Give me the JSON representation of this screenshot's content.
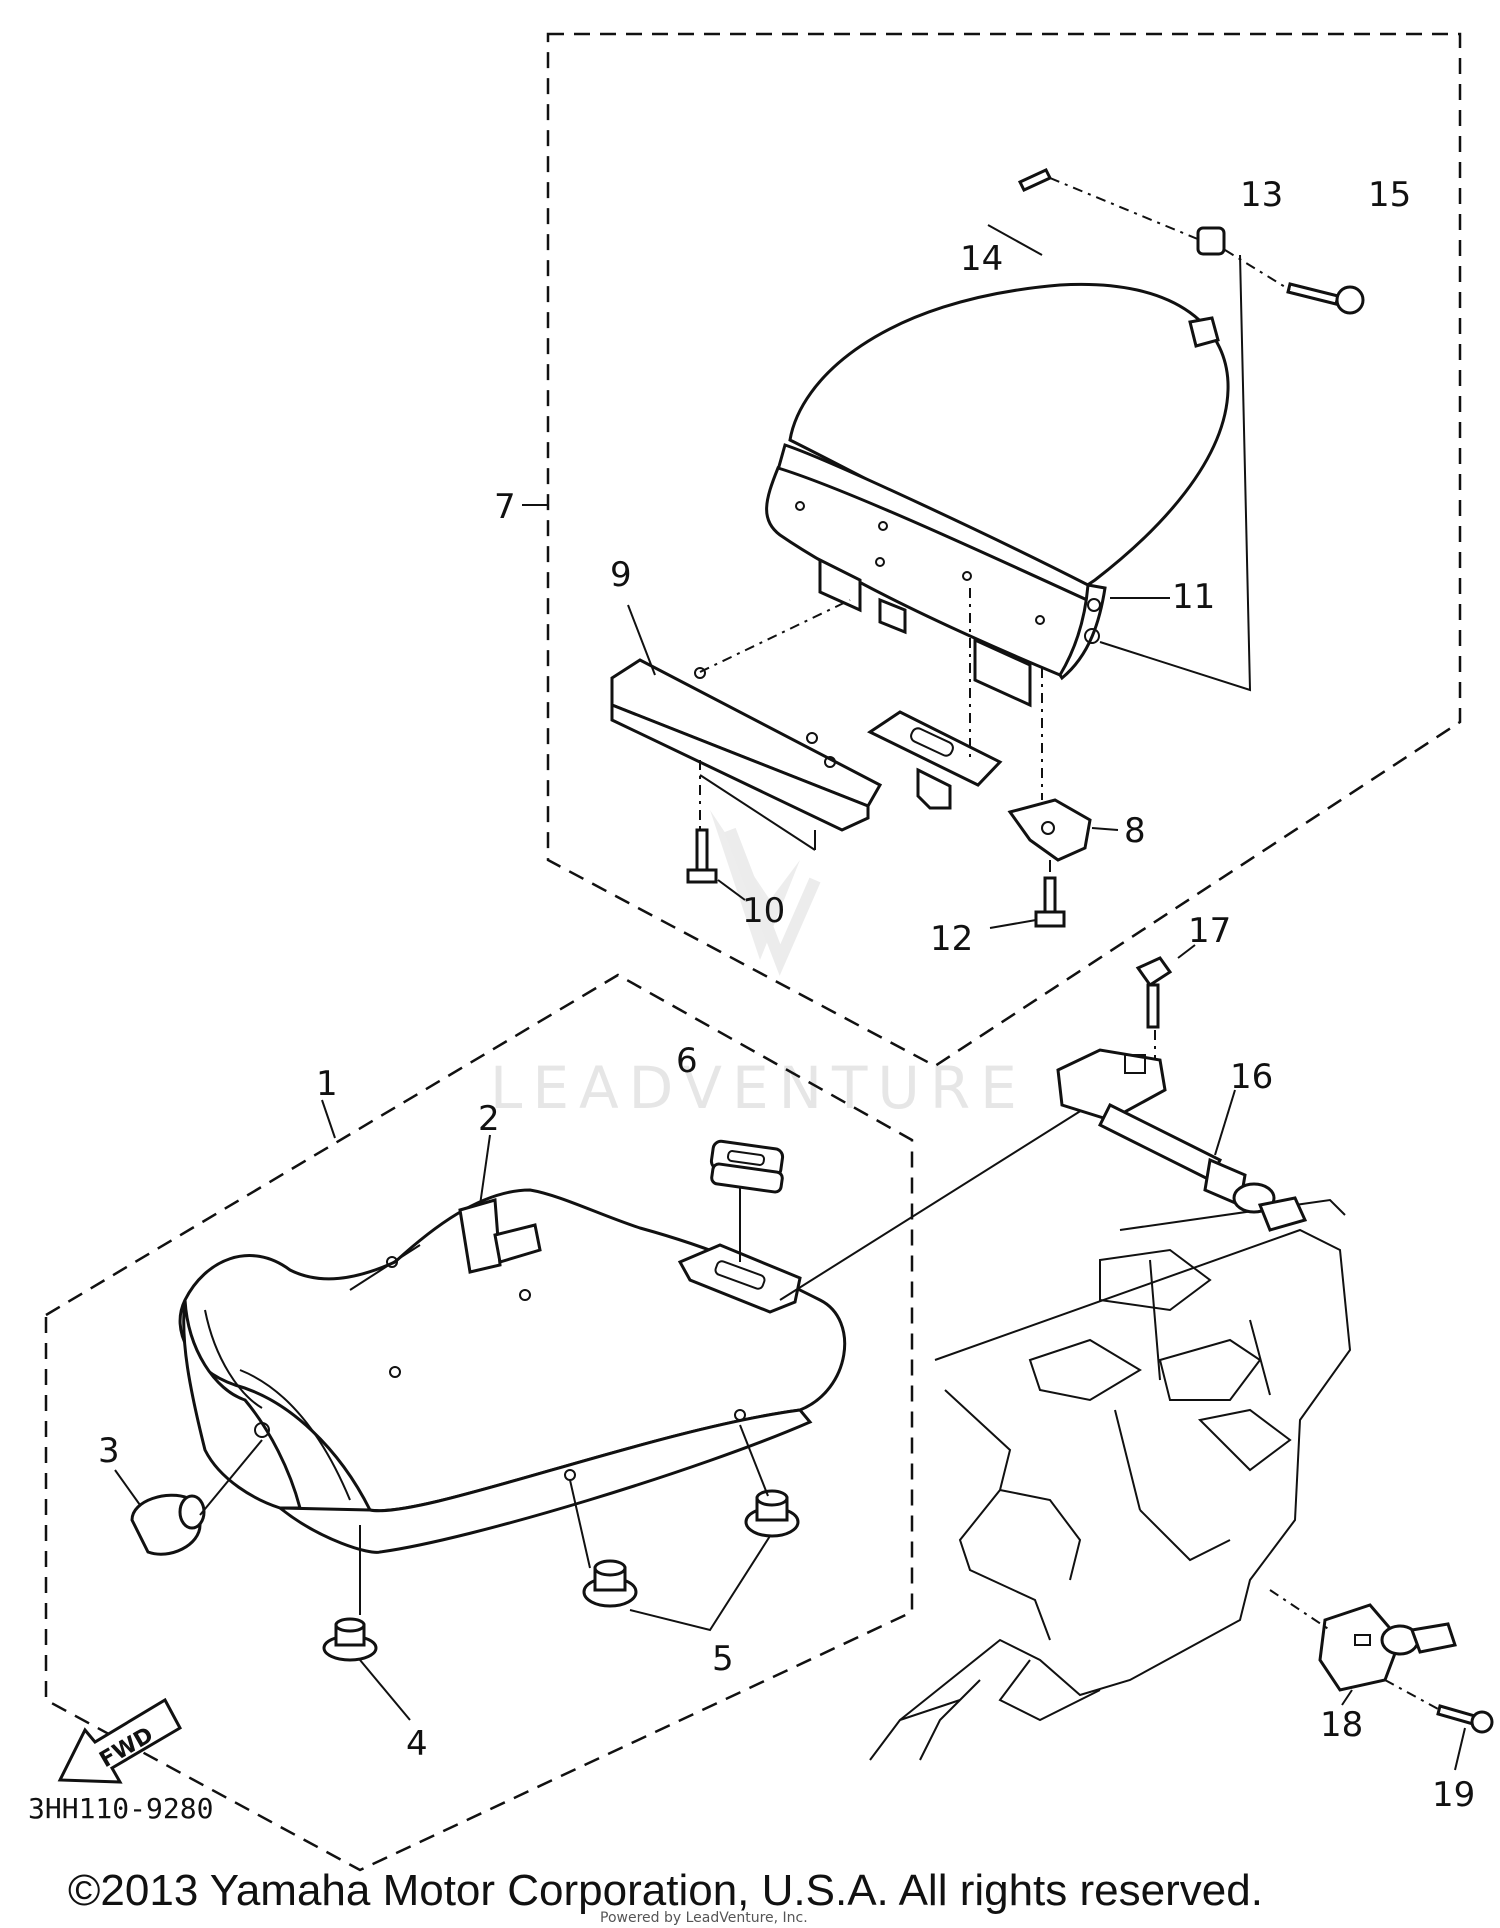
{
  "diagram": {
    "part_number_code": "3HH110-9280",
    "watermark": "LEADVENTURE",
    "copyright": "©2013 Yamaha Motor Corporation, U.S.A. All rights reserved.",
    "small_print": "Powered by LeadVenture, Inc.",
    "fwd_label": "FWD",
    "callouts": {
      "c1": "1",
      "c2": "2",
      "c3": "3",
      "c4": "4",
      "c5": "5",
      "c6": "6",
      "c7": "7",
      "c8": "8",
      "c9": "9",
      "c10": "10",
      "c11": "11",
      "c12": "12",
      "c13": "13",
      "c14": "14",
      "c15": "15",
      "c16": "16",
      "c17": "17",
      "c18": "18",
      "c19": "19"
    }
  }
}
